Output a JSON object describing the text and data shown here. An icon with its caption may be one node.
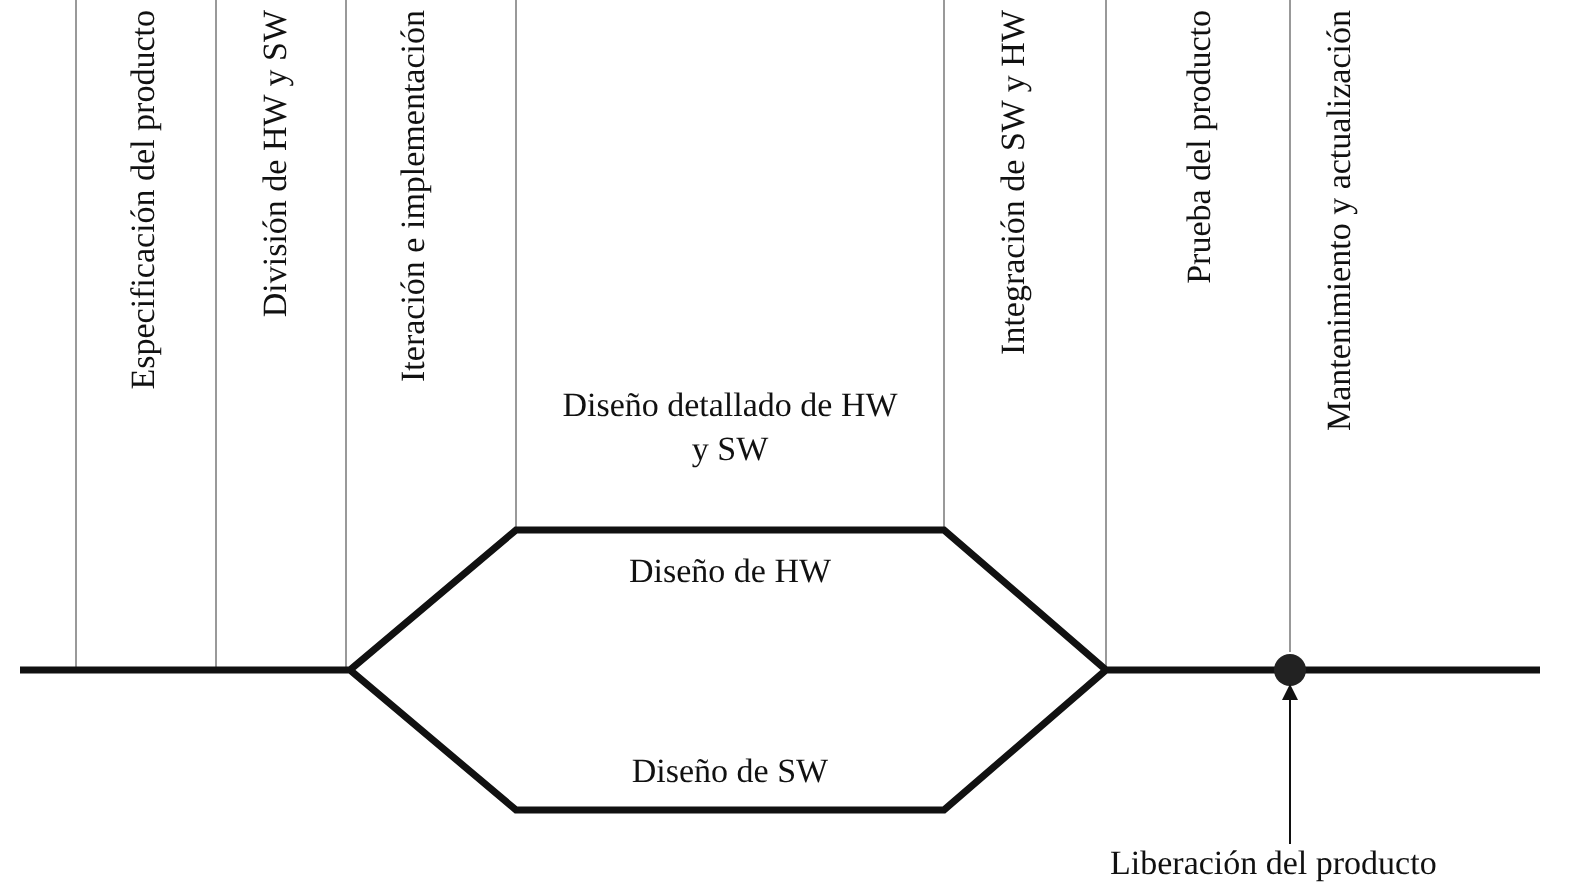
{
  "diagram": {
    "nodes": [
      {
        "text": [],
        "shape": "circle"
      },
      {
        "text": [
          "Liberación del producto"
        ]
      }
    ],
    "edges": [
      {
        "from": 1,
        "to": 0,
        "arrow": "to"
      }
    ],
    "labels": [
      "Especificación del producto",
      "División de HW y SW",
      "Iteración e implementación",
      "Diseño detallado de HW y SW",
      "Integración  de SW y HW",
      "Prueba del producto",
      "Mantenimiento y actualización",
      "Diseño de HW",
      "Diseño de SW"
    ]
  }
}
